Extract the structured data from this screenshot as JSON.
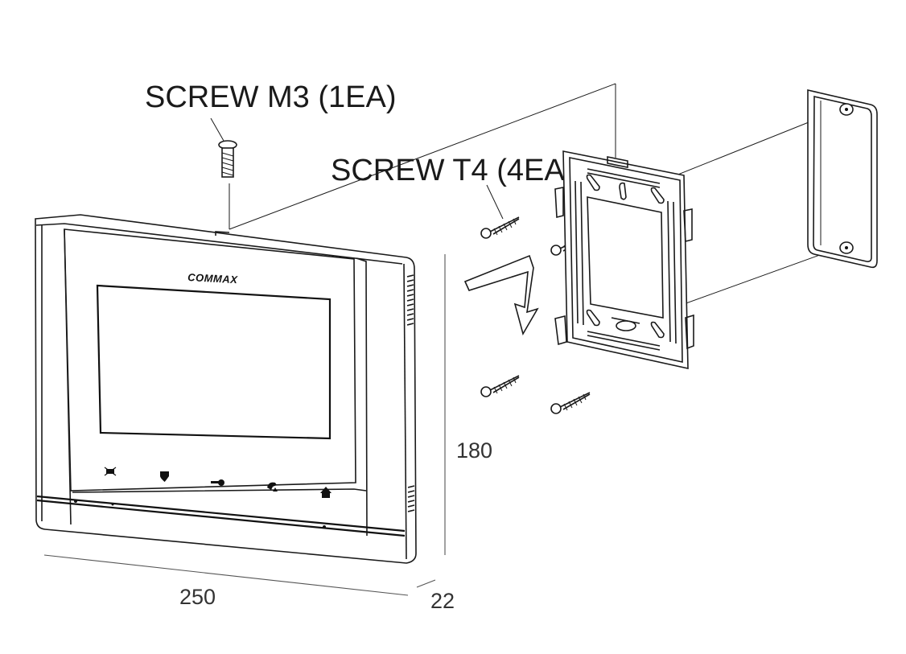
{
  "labels": {
    "screw_m3": "SCREW M3 (1EA)",
    "screw_t4": "SCREW T4 (4EA)"
  },
  "device": {
    "brand": "COMMAX",
    "buttons": [
      "intercom-icon",
      "shield-icon",
      "door-key-icon",
      "handset-icon",
      "home-icon"
    ]
  },
  "dimensions": {
    "width": "250",
    "height": "180",
    "depth": "22"
  },
  "colors": {
    "line": "#1a1a1a",
    "background": "#ffffff"
  }
}
